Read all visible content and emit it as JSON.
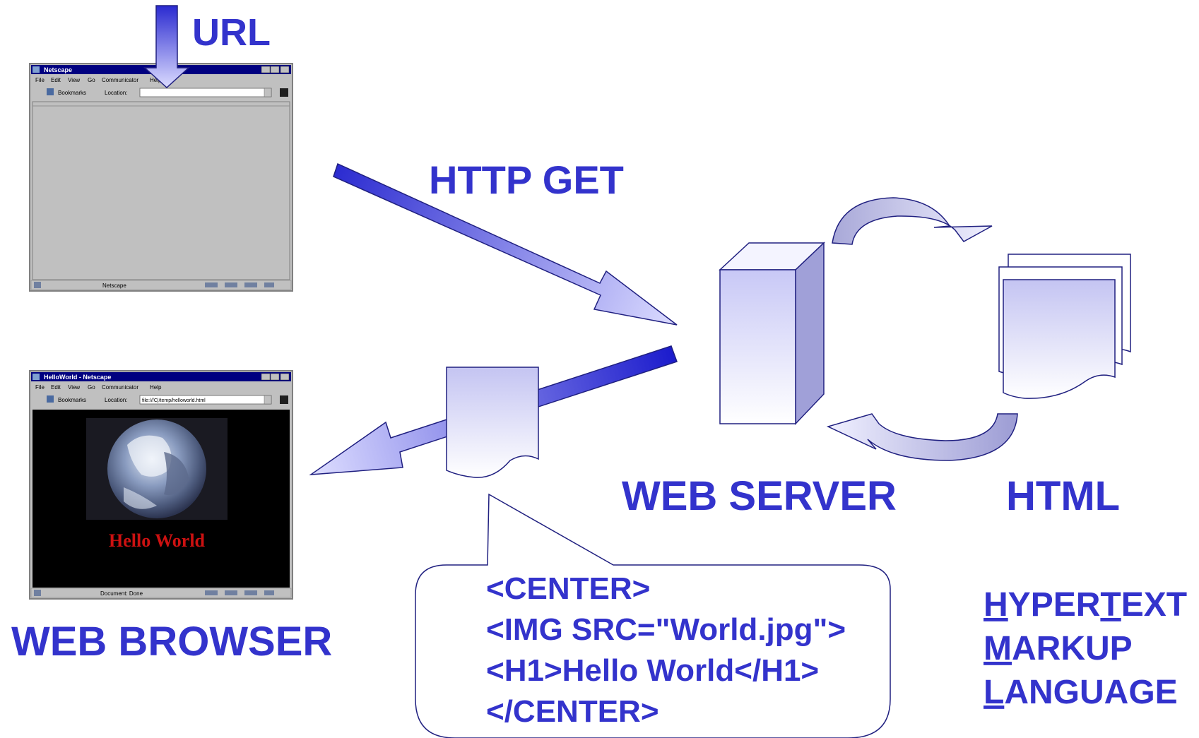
{
  "labels": {
    "url": "URL",
    "http_get": "HTTP GET",
    "web_server": "WEB SERVER",
    "html": "HTML",
    "web_browser": "WEB BROWSER"
  },
  "code_bubble": {
    "lines": [
      "<CENTER>",
      "<IMG SRC=\"World.jpg\">",
      "<H1>Hello World</H1>",
      "</CENTER>"
    ]
  },
  "acronym": {
    "lines": [
      {
        "first": "H",
        "rest": "YPER",
        "mid_u": "T",
        "tail": "EXT"
      },
      {
        "first": "M",
        "rest": "ARKUP",
        "mid_u": "",
        "tail": ""
      },
      {
        "first": "L",
        "rest": "ANGUAGE",
        "mid_u": "",
        "tail": ""
      }
    ]
  },
  "browser_top": {
    "title": "Netscape",
    "menu": [
      "File",
      "Edit",
      "View",
      "Go",
      "Communicator",
      "Help"
    ],
    "toolbar_bookmarks": "Bookmarks",
    "toolbar_location": "Location:",
    "location_value": "",
    "status": "Netscape"
  },
  "browser_bottom": {
    "title": "HelloWorld - Netscape",
    "menu": [
      "File",
      "Edit",
      "View",
      "Go",
      "Communicator",
      "Help"
    ],
    "toolbar_bookmarks": "Bookmarks",
    "toolbar_location": "Location:",
    "location_value": "file:///C|/temp/helloworld.html",
    "page_heading": "Hello World",
    "status": "Document: Done"
  },
  "colors": {
    "label": "#3333cc",
    "arrow_dark": "#2a2ad0",
    "arrow_light": "#d8d8ff",
    "shape_fill_light": "#ffffff",
    "shape_fill_tint": "#c8c8f4",
    "window_title_bar": "#000080",
    "window_gray": "#c0c0c0",
    "hello_world_red": "#cc1111"
  }
}
